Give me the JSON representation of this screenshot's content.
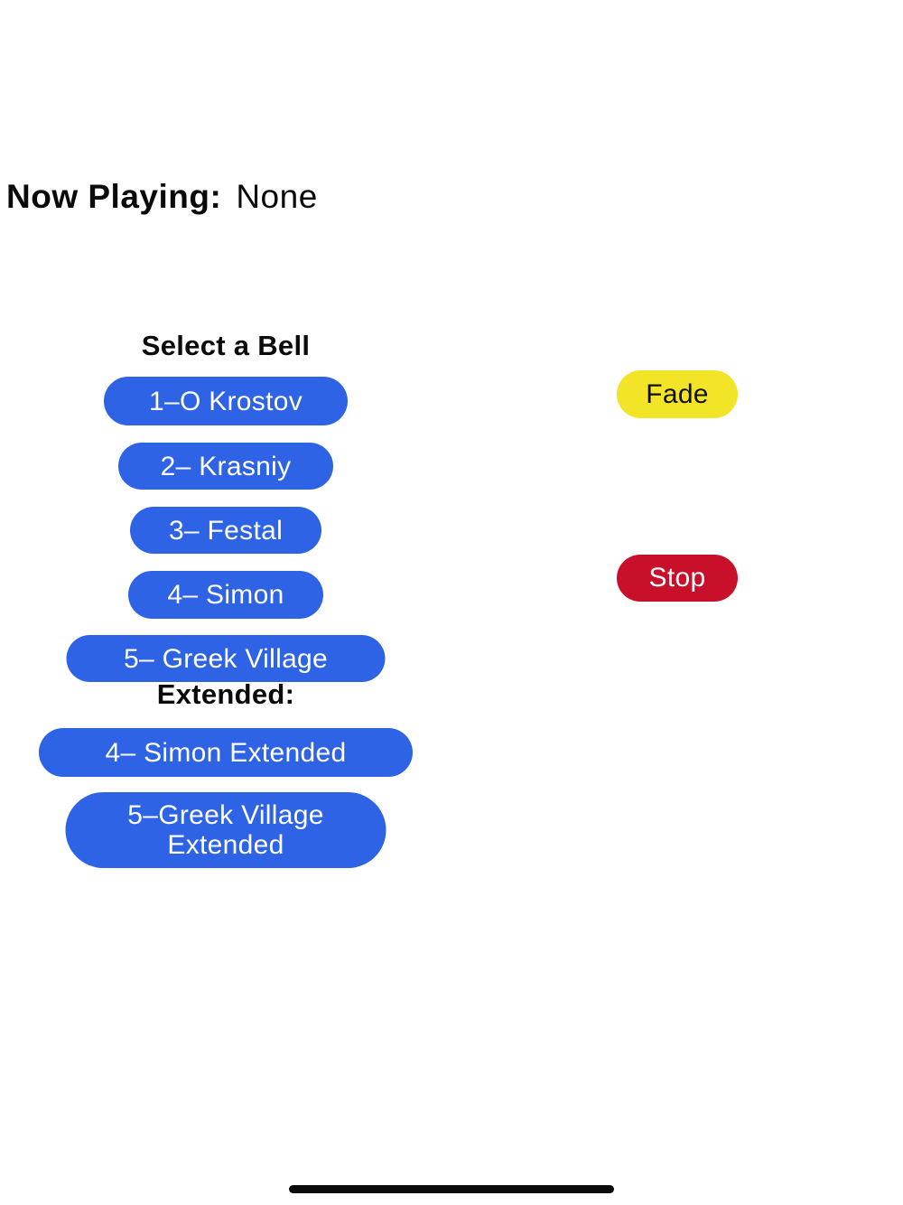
{
  "colors": {
    "bell_blue": "#2E63E5",
    "fade_yellow": "#F2E427",
    "stop_red": "#C8102A",
    "text_dark": "#0A0A0A"
  },
  "now_playing": {
    "label": "Now Playing:",
    "value": "None"
  },
  "bells": {
    "heading": "Select a Bell",
    "buttons": [
      {
        "label": "1–O Krostov"
      },
      {
        "label": "2– Krasniy"
      },
      {
        "label": "3– Festal"
      },
      {
        "label": "4– Simon"
      },
      {
        "label": "5– Greek Village"
      }
    ],
    "extended_heading": "Extended:",
    "extended_buttons": [
      {
        "label": "4– Simon Extended"
      },
      {
        "label": "5–Greek Village Extended"
      }
    ]
  },
  "controls": {
    "fade_label": "Fade",
    "stop_label": "Stop"
  }
}
